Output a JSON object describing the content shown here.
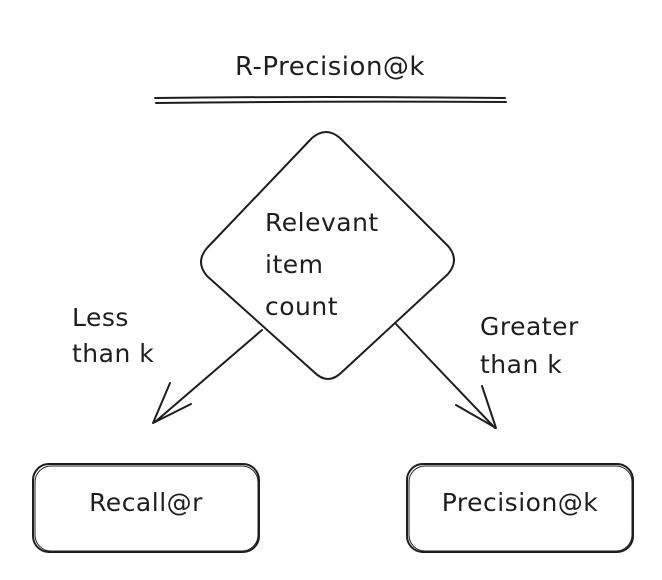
{
  "diagram": {
    "title": "R-Precision@k",
    "decision": {
      "line1": "Relevant",
      "line2": "item",
      "line3": "count"
    },
    "edges": {
      "left": {
        "line1": "Less",
        "line2": "than k"
      },
      "right": {
        "line1": "Greater",
        "line2": "than k"
      }
    },
    "outcomes": {
      "left": "Recall@r",
      "right": "Precision@k"
    },
    "colors": {
      "stroke": "#1e1e1e",
      "background": "#ffffff"
    }
  }
}
